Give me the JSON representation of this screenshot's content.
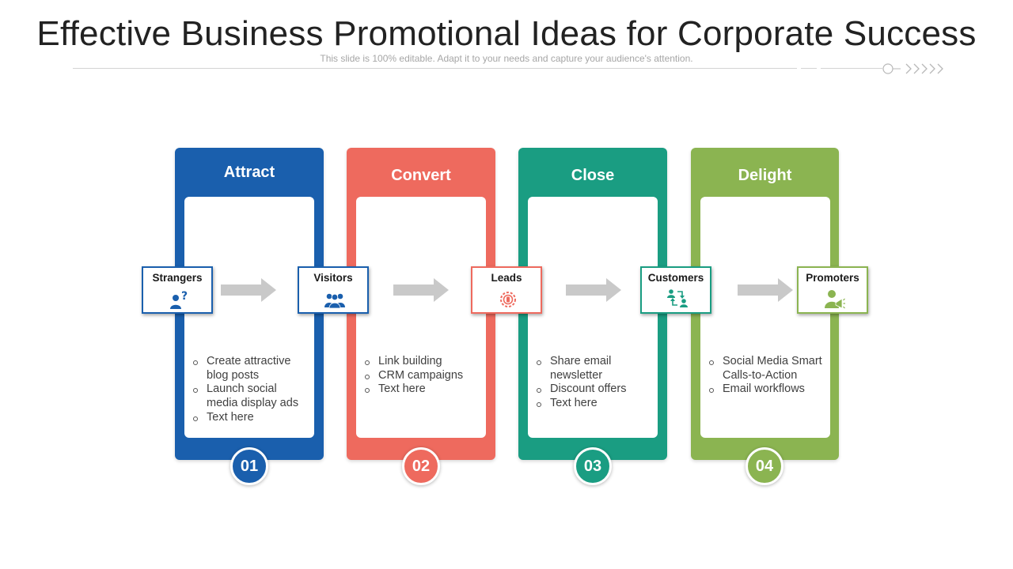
{
  "slide": {
    "title": "Effective Business Promotional Ideas for Corporate Success",
    "subtitle": "This slide is 100% editable. Adapt it to your needs and capture your audience's attention."
  },
  "stages": [
    {
      "title": "Attract",
      "number": "01",
      "color": "#1a5fad",
      "bullets": [
        "Create attractive blog posts",
        "Launch social media display ads",
        "Text here"
      ]
    },
    {
      "title": "Convert",
      "number": "02",
      "color": "#ee6a5e",
      "bullets": [
        "Link building",
        "CRM campaigns",
        "Text here"
      ]
    },
    {
      "title": "Close",
      "number": "03",
      "color": "#1a9d82",
      "bullets": [
        "Share email newsletter",
        "Discount offers",
        "Text here"
      ]
    },
    {
      "title": "Delight",
      "number": "04",
      "color": "#8bb451",
      "bullets": [
        "Social Media Smart Calls-to-Action",
        "Email workflows"
      ]
    }
  ],
  "nodes": [
    {
      "label": "Strangers",
      "icon": "person-question-icon",
      "color": "#1a5fad"
    },
    {
      "label": "Visitors",
      "icon": "group-icon",
      "color": "#1a5fad"
    },
    {
      "label": "Leads",
      "icon": "target-gear-icon",
      "color": "#ee6a5e"
    },
    {
      "label": "Customers",
      "icon": "exchange-users-icon",
      "color": "#1a9d82"
    },
    {
      "label": "Promoters",
      "icon": "person-megaphone-icon",
      "color": "#8bb451"
    }
  ]
}
